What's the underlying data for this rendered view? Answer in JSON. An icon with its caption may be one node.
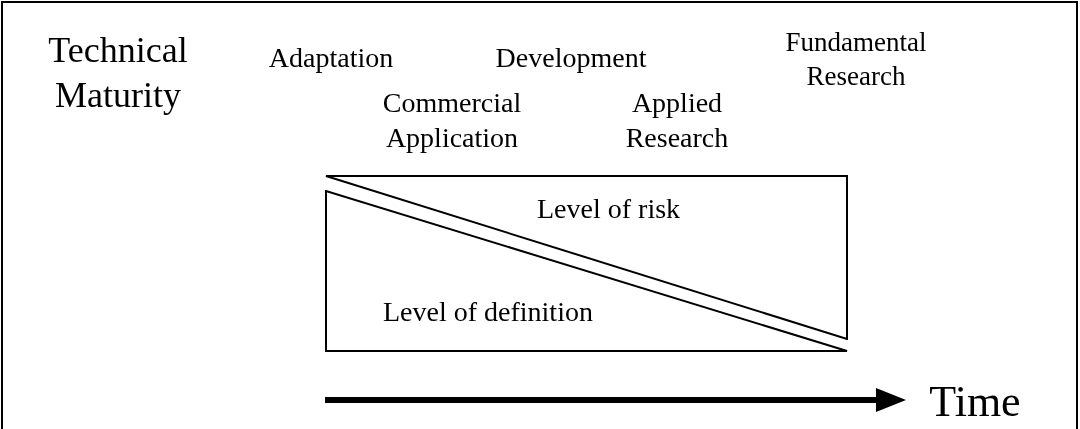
{
  "diagram": {
    "nodes": [
      {
        "text": [
          "Level of risk"
        ]
      },
      {
        "text": [
          "Level of definition"
        ]
      }
    ],
    "edges": [],
    "labels": [
      "Technical Maturity",
      "Adaptation",
      "Development",
      "Fundamental Research",
      "Commercial Application",
      "Applied Research",
      "Time"
    ]
  }
}
